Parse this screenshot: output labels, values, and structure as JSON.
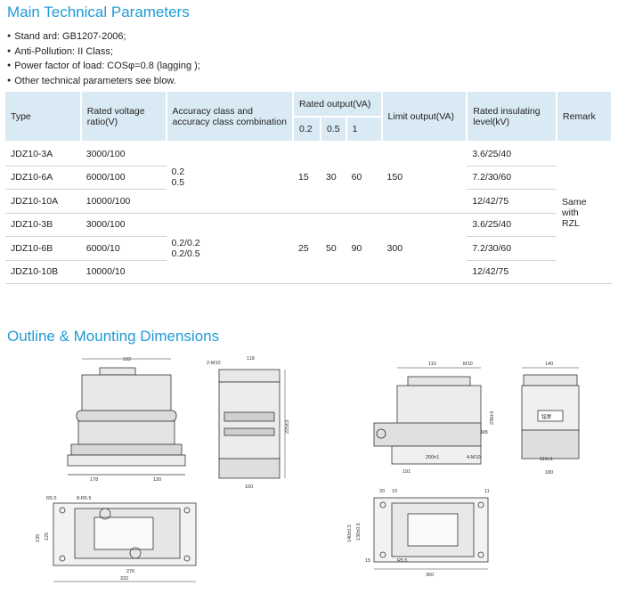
{
  "section1": {
    "title": "Main Technical Parameters"
  },
  "bullets": [
    "Stand ard: GB1207-2006;",
    "Anti-Pollution: II Class;",
    "Power factor of load: COSφ=0.8 (lagging );",
    "Other technical parameters see blow."
  ],
  "table": {
    "headers": {
      "type": "Type",
      "rated_voltage": "Rated voltage ratio(V)",
      "accuracy": "Accuracy class and accuracy class combination",
      "rated_output": "Rated output(VA)",
      "out_02": "0.2",
      "out_05": "0.5",
      "out_1": "1",
      "limit_output": "Limit output(VA)",
      "insulating": "Rated insulating level(kV)",
      "remark": "Remark"
    },
    "rows": [
      {
        "type": "JDZ10-3A",
        "ratio": "3000/100",
        "insulating": "3.6/25/40"
      },
      {
        "type": "JDZ10-6A",
        "ratio": "6000/100",
        "insulating": "7.2/30/60"
      },
      {
        "type": "JDZ10-10A",
        "ratio": "10000/100",
        "insulating": "12/42/75"
      },
      {
        "type": "JDZ10-3B",
        "ratio": "3000/100",
        "insulating": "3.6/25/40"
      },
      {
        "type": "JDZ10-6B",
        "ratio": "6000/10",
        "insulating": "7.2/30/60"
      },
      {
        "type": "JDZ10-10B",
        "ratio": "10000/10",
        "insulating": "12/42/75"
      }
    ],
    "groupA": {
      "acc1": "0.2",
      "acc2": "0.5",
      "o02": "15",
      "o05": "30",
      "o1": "60",
      "limit": "150"
    },
    "groupB": {
      "acc1": "0.2/0.2",
      "acc2": "0.2/0.5",
      "o02": "25",
      "o05": "50",
      "o1": "90",
      "limit": "300"
    },
    "remark": {
      "l1": "Same",
      "l2": "with",
      "l3": "RZL"
    }
  },
  "section2": {
    "title": "Outline & Mounting Dimensions"
  },
  "dims": {
    "d102": "102",
    "d178": "178",
    "d130": "130",
    "d118": "118",
    "d2m10": "2-M10",
    "d225": "225±3",
    "d160": "160",
    "r55": "R5.5",
    "d8r55": "8-R5.5",
    "d135": "135",
    "d125": "125",
    "d276": "276",
    "d332": "332",
    "d110": "110",
    "m10": "M10",
    "d236": "236±3",
    "m8": "M8",
    "d200": "200±1",
    "d4m10": "4-M10",
    "d191": "191",
    "d140": "140",
    "d110b": "110±1",
    "d180": "180",
    "d20": "20",
    "d10": "10",
    "d11": "11",
    "d140b": "140±0.5",
    "d130b": "130±0.5",
    "d15": "15",
    "r55b": "R5.5",
    "d360": "360",
    "nameplate": "铭牌"
  }
}
